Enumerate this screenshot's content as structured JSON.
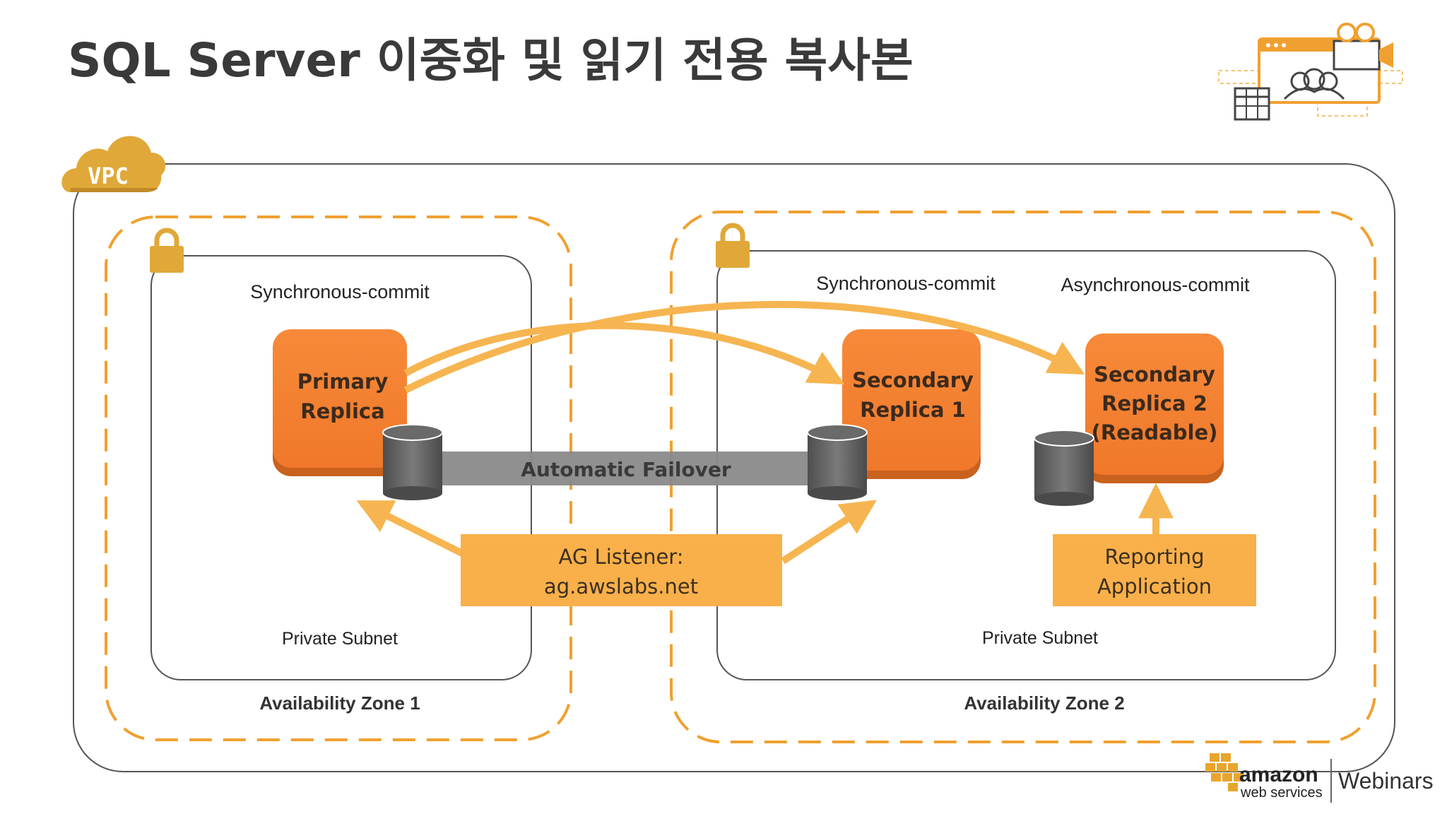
{
  "title": "SQL Server 이중화 및 읽기 전용 복사본",
  "vpc_label": "VPC",
  "zones": [
    {
      "label": "Availability Zone 1",
      "subnet_label": "Private Subnet",
      "commit_labels": [
        "Synchronous-commit"
      ]
    },
    {
      "label": "Availability Zone 2",
      "subnet_label": "Private Subnet",
      "commit_labels": [
        "Synchronous-commit",
        "Asynchronous-commit"
      ]
    }
  ],
  "replicas": {
    "primary": [
      "Primary",
      "Replica"
    ],
    "secondary1": [
      "Secondary",
      "Replica 1"
    ],
    "secondary2": [
      "Secondary",
      "Replica 2",
      "(Readable)"
    ]
  },
  "failover_label": "Automatic Failover",
  "listener": [
    "AG Listener:",
    "ag.awslabs.net"
  ],
  "reporting": [
    "Reporting",
    "Application"
  ],
  "footer": {
    "brand_line1": "amazon",
    "brand_line2": "web services",
    "product": "Webinars"
  },
  "colors": {
    "orange": "#f58536",
    "orange_dark": "#d9661e",
    "amber": "#f9b04a",
    "dashed": "#f0a030",
    "gold": "#e0a838",
    "db_gray": "#5c5c5c",
    "failover_bar": "#8a8a8a"
  },
  "icons": {
    "vpc": "cloud-icon",
    "lock": "lock-icon",
    "db": "database-icon",
    "header": "webinar-illustration-icon",
    "logo": "aws-logo-icon"
  }
}
